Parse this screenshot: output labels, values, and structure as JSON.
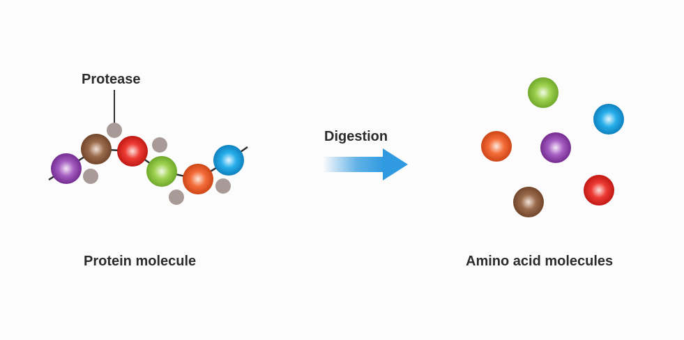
{
  "labels": {
    "protease": "Protease",
    "digestion": "Digestion",
    "protein_molecule": "Protein molecule",
    "amino_acid_molecules": "Amino acid molecules"
  },
  "colors": {
    "purple": "#8a3aa6",
    "brown": "#8b5a3c",
    "red": "#e42420",
    "green": "#8cc43a",
    "orange": "#f05a23",
    "blue": "#139ad8",
    "protease_gray": "#a89a96",
    "chain_line": "#2e2e2e",
    "arrow_blue": "#2f9ae0"
  }
}
